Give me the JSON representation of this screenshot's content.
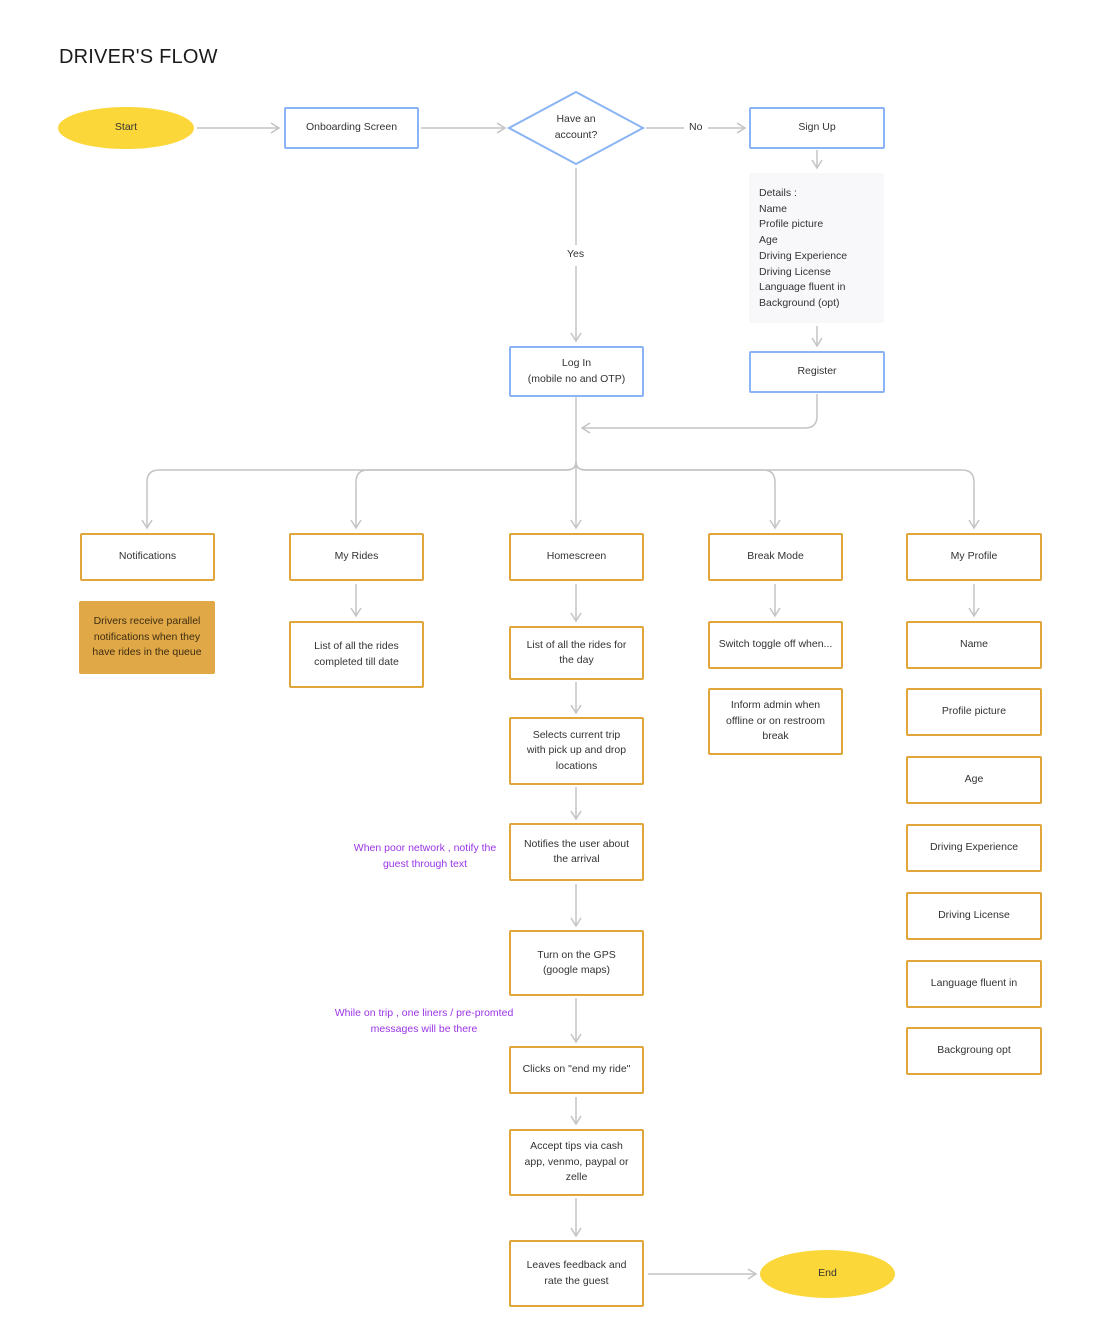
{
  "title": "DRIVER'S FLOW",
  "nodes": {
    "start": "Start",
    "onboarding": "Onboarding Screen",
    "have_account": "Have an\naccount?",
    "sign_up": "Sign Up",
    "details_label": "Details :",
    "details": [
      "Name",
      "Profile picture",
      "Age",
      "Driving Experience",
      "Driving License",
      "Language fluent in",
      "Background (opt)"
    ],
    "register": "Register",
    "login": "Log In\n(mobile no and OTP)",
    "notifications": "Notifications",
    "notifications_note": "Drivers receive parallel notifications when they have rides in the queue",
    "my_rides": "My Rides",
    "rides_list": "List of all the rides\ncompleted till date",
    "homescreen": "Homescreen",
    "rides_today": "List of all the rides for\nthe day",
    "select_trip": "Selects current trip\nwith pick up and drop\nlocations",
    "notify_user": "Notifies the user about\nthe arrival",
    "gps": "Turn on the GPS\n(google maps)",
    "end_ride": "Clicks on \"end my ride\"",
    "tips": "Accept tips via cash\napp, venmo, paypal or\nzelle",
    "feedback": "Leaves feedback and\nrate the guest",
    "end": "End",
    "break_mode": "Break Mode",
    "toggle": "Switch toggle off when...",
    "inform_admin": "Inform admin when\noffline or on restroom\nbreak",
    "my_profile": "My Profile",
    "profile_items": [
      "Name",
      "Profile picture",
      "Age",
      "Driving Experience",
      "Driving License",
      "Language fluent in",
      "Backgroung opt"
    ]
  },
  "edge_labels": {
    "no": "No",
    "yes": "Yes"
  },
  "annotations": {
    "poor_network": "When poor network , notify the\nguest through text",
    "on_trip": "While on trip , one liners / pre-promted\nmessages will be there"
  },
  "colors": {
    "blue_border": "#8bb4f4",
    "orange_border": "#e0a53b",
    "terminal_fill": "#fbd73a",
    "note_fill": "#e0a847",
    "annotation_text": "#9b35e6",
    "connector": "#c4c4c4"
  }
}
